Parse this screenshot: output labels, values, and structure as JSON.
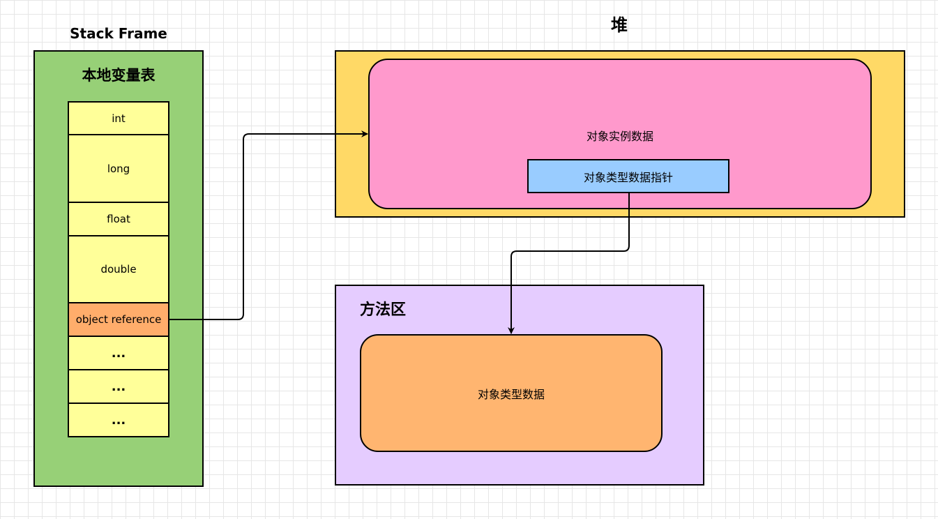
{
  "stack_frame": {
    "title": "Stack Frame",
    "local_variable_table": {
      "title": "本地变量表",
      "slots": [
        "int",
        "long",
        "float",
        "double",
        "object reference",
        "...",
        "...",
        "..."
      ]
    }
  },
  "heap": {
    "title": "堆",
    "object_instance_data": "对象实例数据",
    "type_data_pointer": "对象类型数据指针"
  },
  "method_area": {
    "title": "方法区",
    "object_type_data": "对象类型数据"
  },
  "colors": {
    "stack_frame_bg": "#97d077",
    "slot_bg": "#ffff99",
    "reference_slot_bg": "#ffad6b",
    "heap_bg": "#ffd966",
    "object_instance_bg": "#ff99cc",
    "type_pointer_bg": "#99ccff",
    "method_area_bg": "#e5ccff",
    "type_data_bg": "#ffb570"
  }
}
